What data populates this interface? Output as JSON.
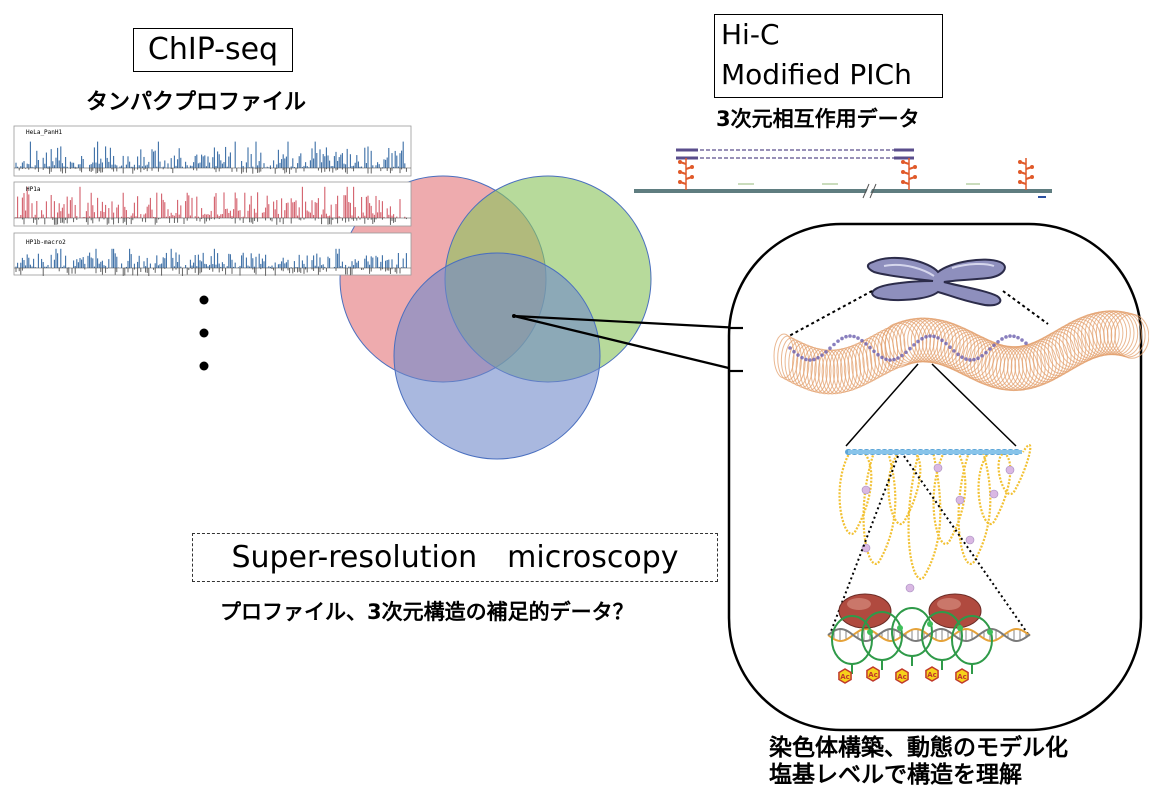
{
  "chipseq": {
    "title": "ChIP-seq",
    "subtitle": "タンパクプロファイル",
    "track_labels": [
      "HeLa_PanH1",
      "HP1a",
      "HP1b-macro2"
    ],
    "track_colors": [
      "#3b6ea5",
      "#d35f6b",
      "#3b6ea5"
    ],
    "ellipsis_icon": "vertical-dots"
  },
  "hic": {
    "line1": "Hi-C",
    "line2": "Modified PICh",
    "subtitle": "3次元相互作用データ"
  },
  "venn": {
    "colors": [
      "#e88a8f",
      "#8ac45e",
      "#6f89c9"
    ]
  },
  "super_resolution": {
    "title": "Super-resolution　microscopy",
    "subtitle": "プロファイル、3次元構造の補足的データ？"
  },
  "chromatin": {
    "caption_line1": "染色体構築、動態のモデル化",
    "caption_line2": "塩基レベルで構造を理解",
    "acetyl_label": "Ac",
    "icons": [
      "chromosome-icon",
      "chromatin-fiber-icon",
      "loop-scaffold-icon",
      "nucleosome-dna-icon"
    ]
  }
}
